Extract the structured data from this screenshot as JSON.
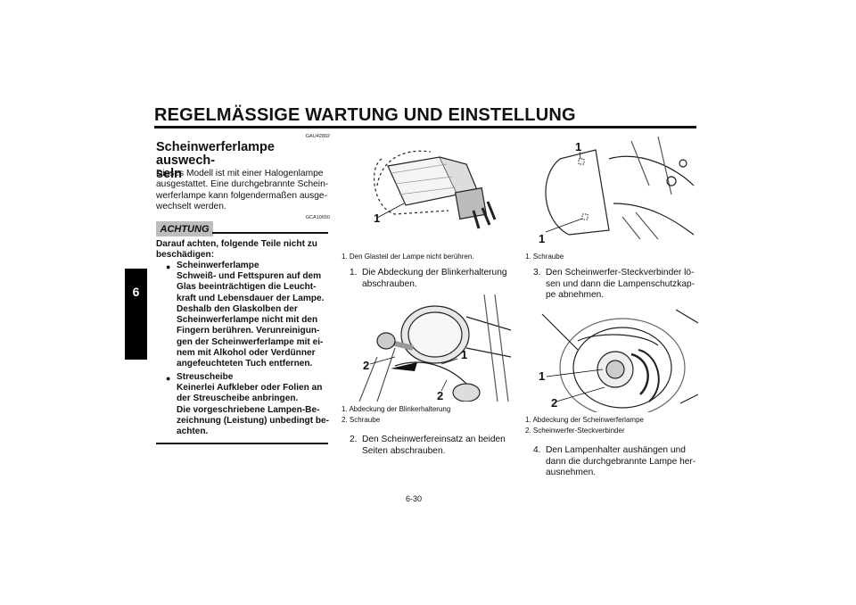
{
  "header": {
    "title": "REGELMÄSSIGE WARTUNG UND EINSTELLUNG"
  },
  "chapter_tab": "6",
  "section": {
    "code": "GAU42892",
    "title_line1": "Scheinwerferlampe auswech-",
    "title_line2": "seln",
    "intro": [
      "Dieses Modell ist mit einer Halogenlampe",
      "ausgestattet. Eine durchgebrannte Schein-",
      "werferlampe kann folgendermaßen ausge-",
      "wechselt werden."
    ]
  },
  "caution": {
    "code": "GCA10650",
    "badge": "ACHTUNG",
    "intro": [
      "Darauf achten, folgende Teile nicht zu",
      "beschädigen:"
    ],
    "items": [
      {
        "title": "Scheinwerferlampe",
        "body": [
          "Schweiß- und Fettspuren auf dem",
          "Glas beeinträchtigen die Leucht-",
          "kraft und Lebensdauer der Lampe.",
          "Deshalb den Glaskolben der",
          "Scheinwerferlampe nicht mit den",
          "Fingern berühren. Verunreinigun-",
          "gen der Scheinwerferlampe mit ei-",
          "nem mit Alkohol oder Verdünner",
          "angefeuchteten Tuch entfernen."
        ]
      },
      {
        "title": "Streuscheibe",
        "body": [
          "Keinerlei Aufkleber oder Folien an",
          "der Streuscheibe anbringen.",
          "Die vorgeschriebene Lampen-Be-",
          "zeichnung (Leistung) unbedingt be-",
          "achten."
        ]
      }
    ]
  },
  "figures": {
    "bulb": {
      "callouts": [
        "1"
      ],
      "captions": [
        "1.  Den Glasteil der Lampe nicht berühren."
      ]
    },
    "turn_signal": {
      "callouts": [
        "1",
        "2",
        "2"
      ],
      "captions": [
        "1.  Abdeckung der Blinkerhalterung",
        "2.  Schraube"
      ]
    },
    "headlight_screws": {
      "callouts": [
        "1",
        "1"
      ],
      "captions": [
        "1.  Schraube"
      ]
    },
    "connector": {
      "callouts": [
        "1",
        "2"
      ],
      "captions": [
        "1.  Abdeckung der Scheinwerferlampe",
        "2.  Scheinwerfer-Steckverbinder"
      ]
    }
  },
  "steps": [
    {
      "num": "1.",
      "lines": [
        "Die Abdeckung der Blinkerhalterung",
        "abschrauben."
      ]
    },
    {
      "num": "2.",
      "lines": [
        "Den Scheinwerfereinsatz an beiden",
        "Seiten abschrauben."
      ]
    },
    {
      "num": "3.",
      "lines": [
        "Den Scheinwerfer-Steckverbinder lö-",
        "sen und dann die Lampenschutzkap-",
        "pe abnehmen."
      ]
    },
    {
      "num": "4.",
      "lines": [
        "Den Lampenhalter aushängen und",
        "dann die durchgebrannte Lampe her-",
        "ausnehmen."
      ]
    }
  ],
  "page_number": "6-30"
}
